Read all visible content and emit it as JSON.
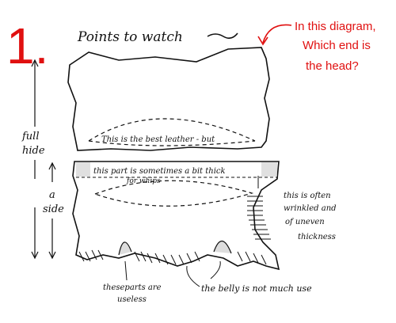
{
  "number": "1.",
  "title": "Points to watch",
  "question": [
    "In this diagram,",
    "Which end is",
    "the head?"
  ],
  "labels": {
    "full_hide": [
      "full",
      "hide"
    ],
    "a_side": [
      "a",
      "side"
    ],
    "best_leather": "This is the best leather - but",
    "sometimes_thick": "this part is sometimes a bit thick",
    "for_whips": "for whips",
    "wrinkled": [
      "this is often",
      "wrinkled and",
      "of uneven",
      "thickness"
    ],
    "useless": [
      "theseparts are",
      "useless"
    ],
    "belly": "the belly is not much use"
  },
  "colors": {
    "annotation": "#e01010",
    "ink": "#111111"
  }
}
